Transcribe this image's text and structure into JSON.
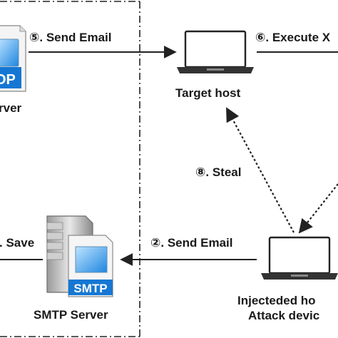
{
  "diagram": {
    "edges": {
      "send_email_top": "⑤. Send Email",
      "execute": "⑥. Execute X",
      "steal": "⑧. Steal",
      "send_email_bottom": "②. Send Email",
      "save": ". Save"
    },
    "nodes": {
      "pop_server_label": "rver",
      "pop_icon_text": "OP",
      "target_host": "Target host",
      "smtp_server": "SMTP Server",
      "smtp_badge": "SMTP",
      "injected_host_line1": "Injecteded ho",
      "injected_host_line2": "Attack devic"
    }
  }
}
